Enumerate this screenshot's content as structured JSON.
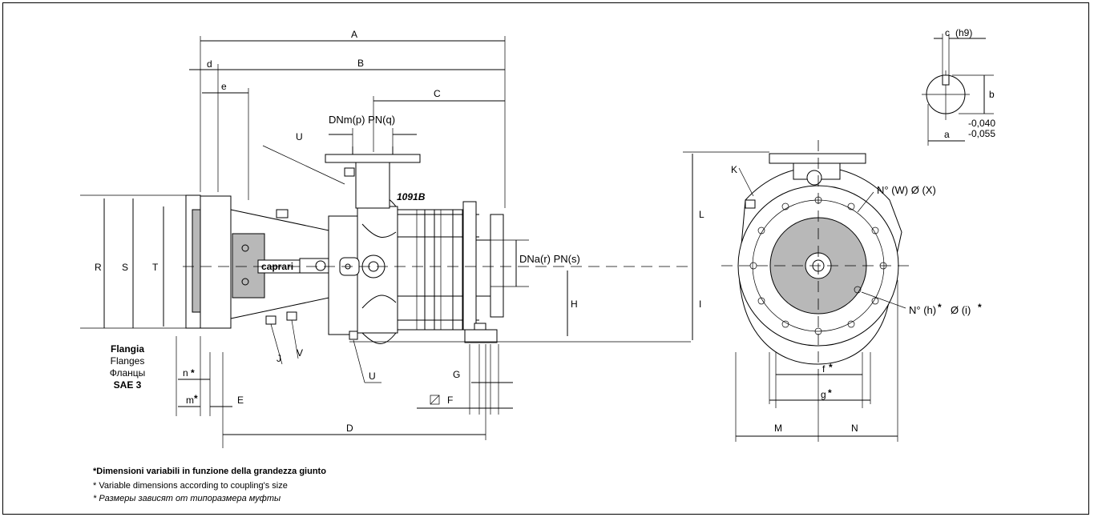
{
  "flange_block": {
    "line1": "Flangia",
    "line2": "Flanges",
    "line3": "Фланцы",
    "line4": "SAE 3"
  },
  "notes": {
    "it": "*Dimensioni variabili in funzione della grandezza giunto",
    "en": "* Variable dimensions according to coupling's size",
    "ru": "* Размеры зависят от типоразмера муфты"
  },
  "model_label": "1091B",
  "brand_label": "caprari",
  "dims": {
    "A": "A",
    "B": "B",
    "C": "C",
    "D": "D",
    "E": "E",
    "F": "F",
    "G": "G",
    "H": "H",
    "I": "I",
    "J": "J",
    "K": "K",
    "L": "L",
    "M": "M",
    "N": "N",
    "R": "R",
    "S": "S",
    "T": "T",
    "U1": "U",
    "U2": "U",
    "V": "V",
    "d": "d",
    "e": "e",
    "n": "n",
    "m": "m",
    "f": "f",
    "g": "g",
    "a": "a",
    "b": "b",
    "c": "c",
    "h9": "(h9)",
    "tol1": "-0,040",
    "tol2": "-0,055",
    "dn_suction": "DNm(p) PN(q)",
    "dn_delivery": "DNa(r) PN(s)",
    "holes_w": "N° (W) Ø (X)",
    "holes_h": "N° (h)",
    "holes_i": "Ø (i)",
    "star": "*"
  }
}
